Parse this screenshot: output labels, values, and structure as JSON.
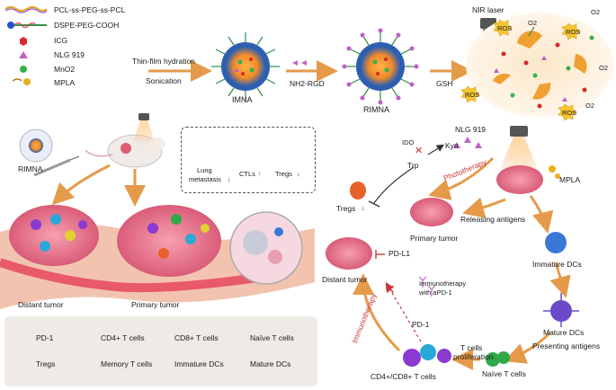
{
  "legend_top": {
    "items": [
      {
        "label": "PCL-ss-PEG-ss-PCL",
        "color": "#e0a020"
      },
      {
        "label": "DSPE-PEG-COOH",
        "color": "#2f8f4a"
      },
      {
        "label": "ICG",
        "color": "#d8282d"
      },
      {
        "label": "NLG 919",
        "color": "#c060c8"
      },
      {
        "label": "MnO2",
        "color": "#36b24a"
      },
      {
        "label": "MPLA",
        "color": "#e8b020"
      }
    ]
  },
  "synthesis": {
    "step1_line1": "Thin-film hydration",
    "step1_line2": "Sonication",
    "np1_label": "IMNA",
    "step2_label": "NH2-RGD",
    "np2_label": "RIMNA",
    "laser_label": "NIR laser",
    "step3_label": "GSH"
  },
  "release": {
    "ros_label": "ROS",
    "o2_label": "O2"
  },
  "mouse_panel": {
    "rimna_label": "RIMNA",
    "distant_label": "Distant tumor",
    "primary_label": "Primary tumor"
  },
  "effects_box": {
    "lung_label_line1": "Lung",
    "lung_label_line2": "metastasis",
    "ctl_label": "CTLs",
    "treg_label": "Tregs"
  },
  "cycle": {
    "nlg_label": "NLG 919",
    "ido_label": "IDO",
    "trp_label": "Trp",
    "kyn_label": "Kyn",
    "photo_label": "Phototherapy",
    "mpla_label": "MPLA",
    "tregs_label": "Tregs",
    "releasing_label": "Releasing antigens",
    "primary_label": "Primary tumor",
    "immature_label": "Immature DCs",
    "pdl1_label": "PD-L1",
    "distant_label": "Distant tumor",
    "immuno_label_line1": "Immunotherapy",
    "immuno_label_line2": "with aPD-1",
    "immunotherapy_vertical": "Immunotherapy",
    "pd1_label": "PD-1",
    "mature_label": "Mature DCs",
    "presenting_label": "Presenting antigens",
    "tcell_line1": "T cells",
    "tcell_line2": "proliferation",
    "naive_label": "Naïve T cells",
    "cd_label": "CD4+/CD8+ T cells"
  },
  "legend_bottom": {
    "items": [
      {
        "label": "PD-1",
        "color": "#d49030"
      },
      {
        "label": "CD4+ T cells",
        "color": "#8a3ad0"
      },
      {
        "label": "CD8+ T cells",
        "color": "#2aa8d8"
      },
      {
        "label": "Naïve T cells",
        "color": "#2fa84a"
      },
      {
        "label": "Tregs",
        "color": "#e8602a"
      },
      {
        "label": "Memory T cells",
        "color": "#e0d030"
      },
      {
        "label": "Immature DCs",
        "color": "#3a78d8"
      },
      {
        "label": "Mature DCs",
        "color": "#6a4ac8"
      }
    ]
  }
}
